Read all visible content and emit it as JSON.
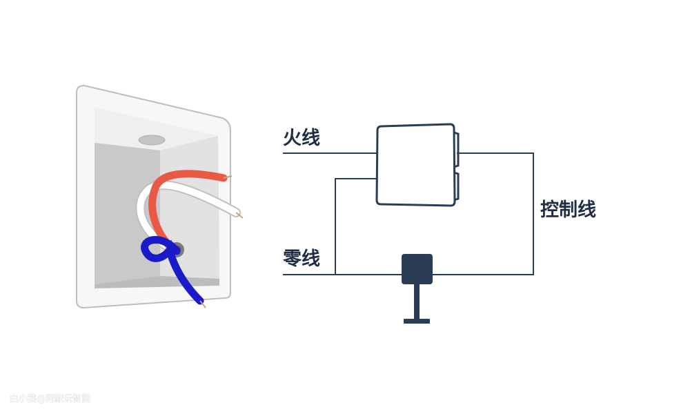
{
  "labels": {
    "live_wire": "火线",
    "neutral_wire": "零线",
    "control_wire": "控制线"
  },
  "watermark": "由小猿@阿毅玩智能",
  "colors": {
    "line": "#2b3d55",
    "device_fill": "#2b3d55",
    "wire_live": "#e85a45",
    "wire_neutral": "#ffffff",
    "wire_control": "#1a1ac8",
    "box_inner": "#d9d9d9"
  },
  "icons": {
    "switch": "rocker-switch-icon",
    "lamp": "lamp-icon",
    "wall_box": "wall-junction-box-icon"
  }
}
